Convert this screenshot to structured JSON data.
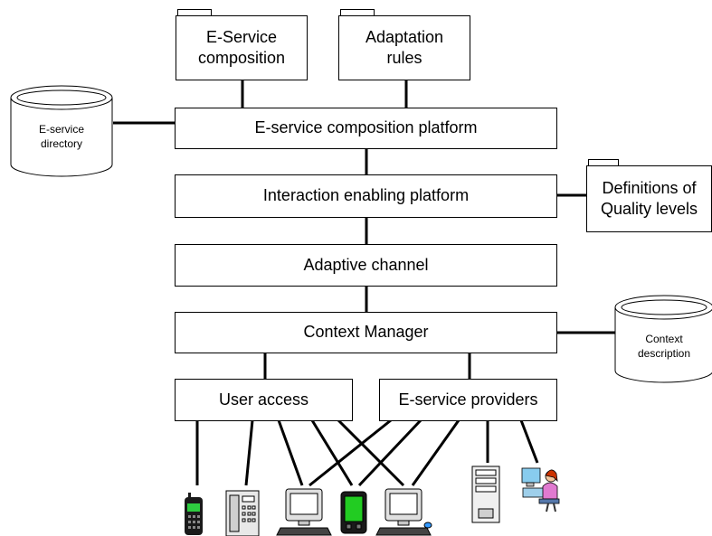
{
  "repositories": {
    "eservice_composition": "E-Service\ncomposition",
    "adaptation_rules": "Adaptation\nrules",
    "quality_levels": "Definitions of\nQuality levels"
  },
  "databases": {
    "eservice_directory": "E-service\ndirectory",
    "context_description": "Context\ndescription"
  },
  "layers": {
    "composition_platform": "E-service composition platform",
    "interaction_platform": "Interaction enabling platform",
    "adaptive_channel": "Adaptive channel",
    "context_manager": "Context Manager",
    "user_access": "User access",
    "eservice_providers": "E-service providers"
  },
  "devices": [
    "mobile-phone",
    "desk-phone",
    "desktop-pc",
    "pda",
    "desktop-pc",
    "server-tower",
    "person-at-workstation"
  ],
  "colors": {
    "line": "#000000",
    "pda_screen": "#22cc22",
    "monitor_screen": "#ffffff",
    "person_hair": "#cc3300",
    "person_shirt": "#e07ad0"
  }
}
